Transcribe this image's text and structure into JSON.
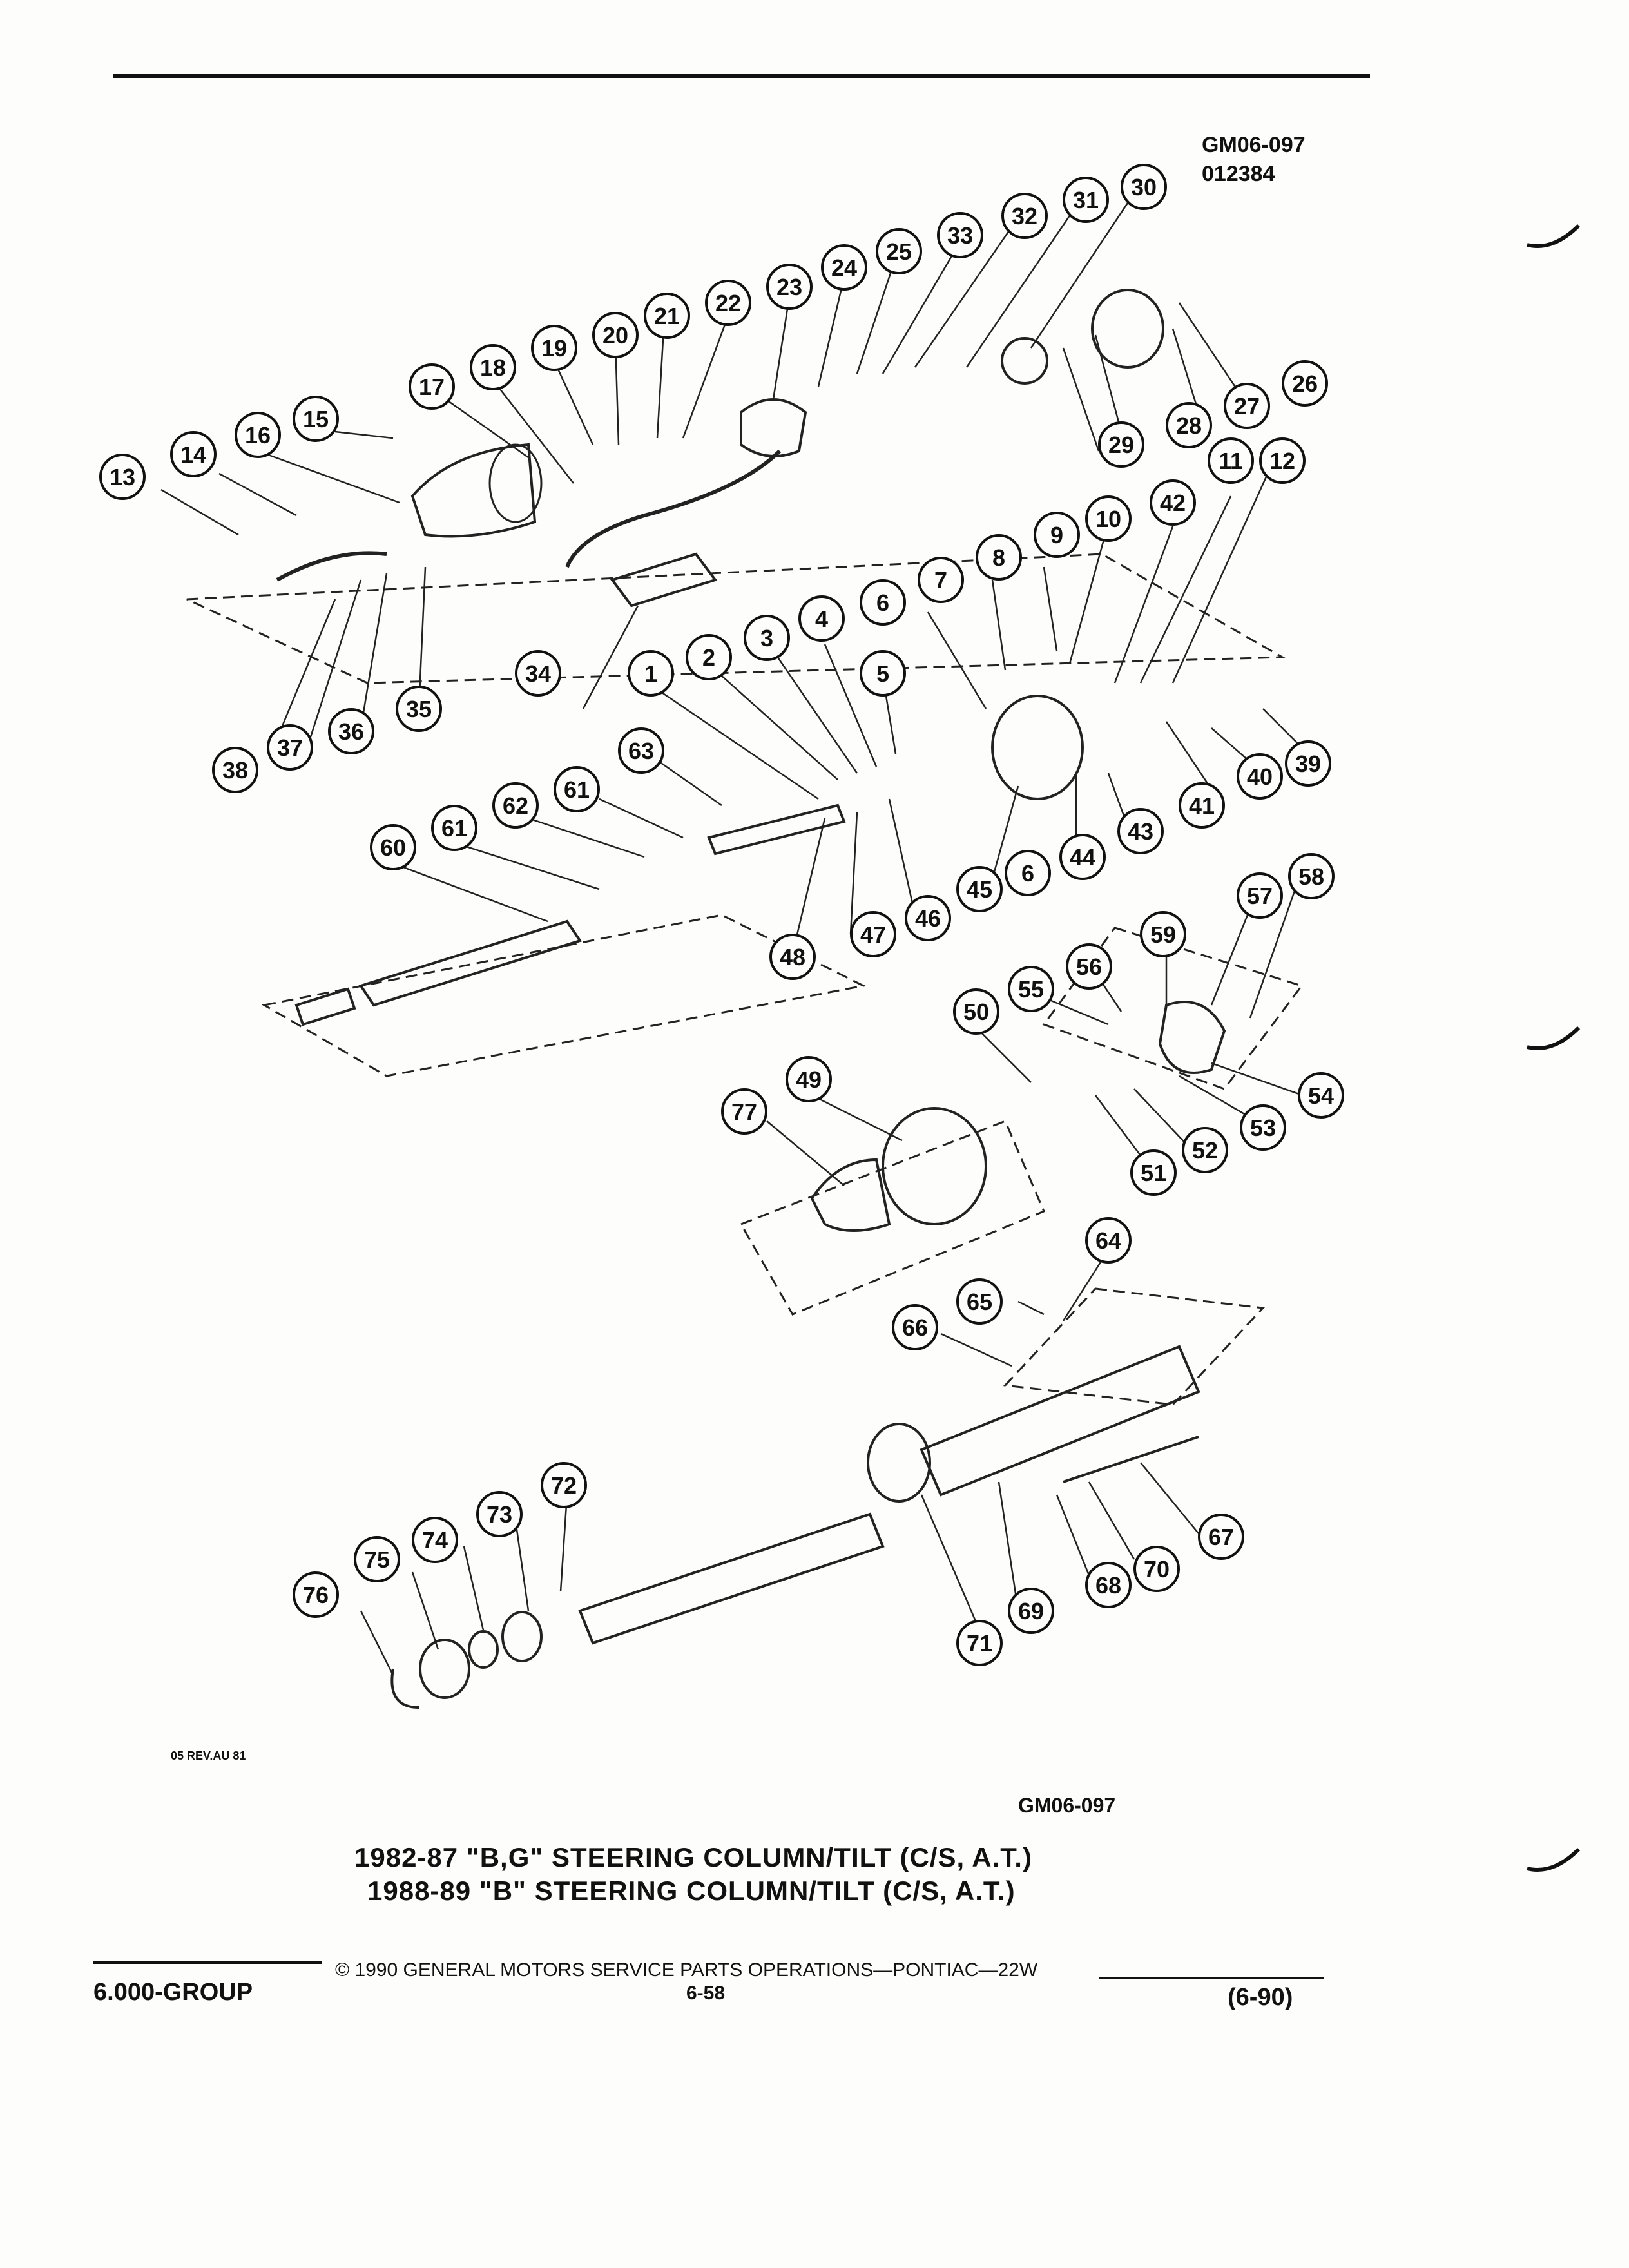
{
  "header": {
    "drawing_code": "GM06-097",
    "drawing_date_code": "012384"
  },
  "callouts": [
    "1",
    "2",
    "3",
    "4",
    "5",
    "6",
    "6",
    "7",
    "8",
    "9",
    "10",
    "11",
    "12",
    "13",
    "14",
    "15",
    "16",
    "17",
    "18",
    "19",
    "20",
    "21",
    "22",
    "23",
    "24",
    "25",
    "26",
    "27",
    "28",
    "29",
    "30",
    "31",
    "32",
    "33",
    "34",
    "35",
    "36",
    "37",
    "38",
    "39",
    "40",
    "41",
    "42",
    "43",
    "44",
    "45",
    "46",
    "47",
    "48",
    "49",
    "50",
    "51",
    "52",
    "53",
    "54",
    "55",
    "56",
    "57",
    "58",
    "59",
    "60",
    "61",
    "61",
    "62",
    "63",
    "64",
    "65",
    "66",
    "67",
    "68",
    "69",
    "70",
    "71",
    "72",
    "73",
    "74",
    "75",
    "76",
    "77"
  ],
  "revision_note": "05 REV.AU 81",
  "bottom_code": "GM06-097",
  "titles": {
    "line1": "1982-87 \"B,G\" STEERING COLUMN/TILT (C/S, A.T.)",
    "line2": "1988-89 \"B\" STEERING COLUMN/TILT (C/S, A.T.)"
  },
  "footer": {
    "group": "6.000-GROUP",
    "copyright": "© 1990 GENERAL MOTORS SERVICE PARTS OPERATIONS—PONTIAC—22W",
    "page_number": "6-58",
    "edition": "(6-90)"
  }
}
